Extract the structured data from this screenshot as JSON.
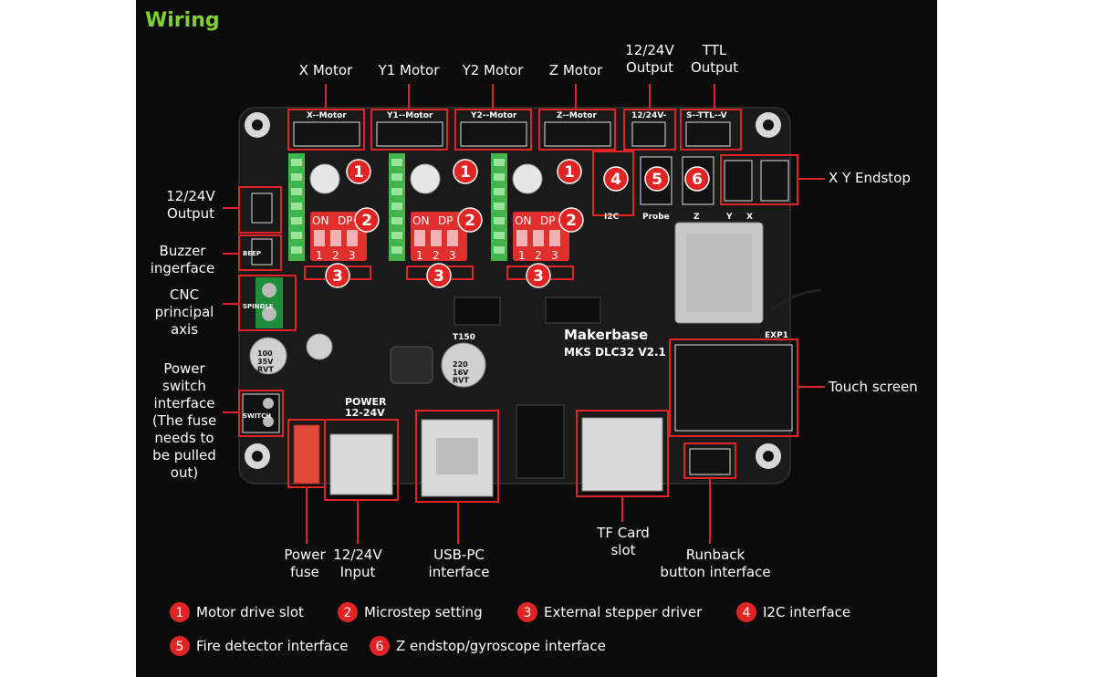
{
  "title": "Wiring",
  "colors": {
    "accent_green": "#7fd132",
    "callout_red": "#e02424",
    "board": "#1a1a1a",
    "pcb_text": "#ffffff",
    "connector_green": "#3fb54a"
  },
  "top_labels": {
    "x_motor": "X Motor",
    "y1_motor": "Y1 Motor",
    "y2_motor": "Y2 Motor",
    "z_motor": "Z Motor",
    "out_12_24v": "12/24V\nOutput",
    "ttl_out": "TTL\nOutput"
  },
  "left_labels": {
    "out_12_24v": "12/24V\nOutput",
    "buzzer": "Buzzer\ningerface",
    "cnc": "CNC\nprincipal\naxis",
    "power_switch": "Power\nswitch\ninterface\n(The fuse\nneeds to\nbe pulled\nout)"
  },
  "right_labels": {
    "xy_endstop": "X Y Endstop",
    "touch_screen": "Touch screen"
  },
  "bottom_labels": {
    "power_fuse": "Power\nfuse",
    "input_12_24v": "12/24V\nInput",
    "usb_pc": "USB-PC\ninterface",
    "tf_card": "TF Card\nslot",
    "runback": "Runback\nbutton interface"
  },
  "pcb_text": {
    "x_motor": "X--Motor",
    "y1_motor": "Y1--Motor",
    "y2_motor": "Y2--Motor",
    "z_motor": "Z--Motor",
    "out_12_24v": "12/24V-",
    "ttl": "S--TTL--V",
    "brand": "Makerbase",
    "model": "MKS DLC32 V2.1",
    "power": "POWER\n12-24V",
    "i2c": "I2C",
    "probe": "Probe",
    "z": "Z",
    "y": "Y",
    "x": "X",
    "exp1": "EXP1",
    "on": "ON",
    "dp": "DP",
    "sw1": "1",
    "sw2": "2",
    "sw3": "3",
    "cap1": "100\n35V\nRVT",
    "cap2": "220\n16V\nRVT",
    "spindle": "SPINDLE",
    "switch": "SWITCH",
    "beep": "BEEP",
    "t150": "T150"
  },
  "callouts": [
    {
      "num": "1",
      "text": "Motor drive slot"
    },
    {
      "num": "2",
      "text": "Microstep setting"
    },
    {
      "num": "3",
      "text": "External stepper driver"
    },
    {
      "num": "4",
      "text": "I2C interface"
    },
    {
      "num": "5",
      "text": "Fire detector interface"
    },
    {
      "num": "6",
      "text": "Z endstop/gyroscope interface"
    }
  ]
}
